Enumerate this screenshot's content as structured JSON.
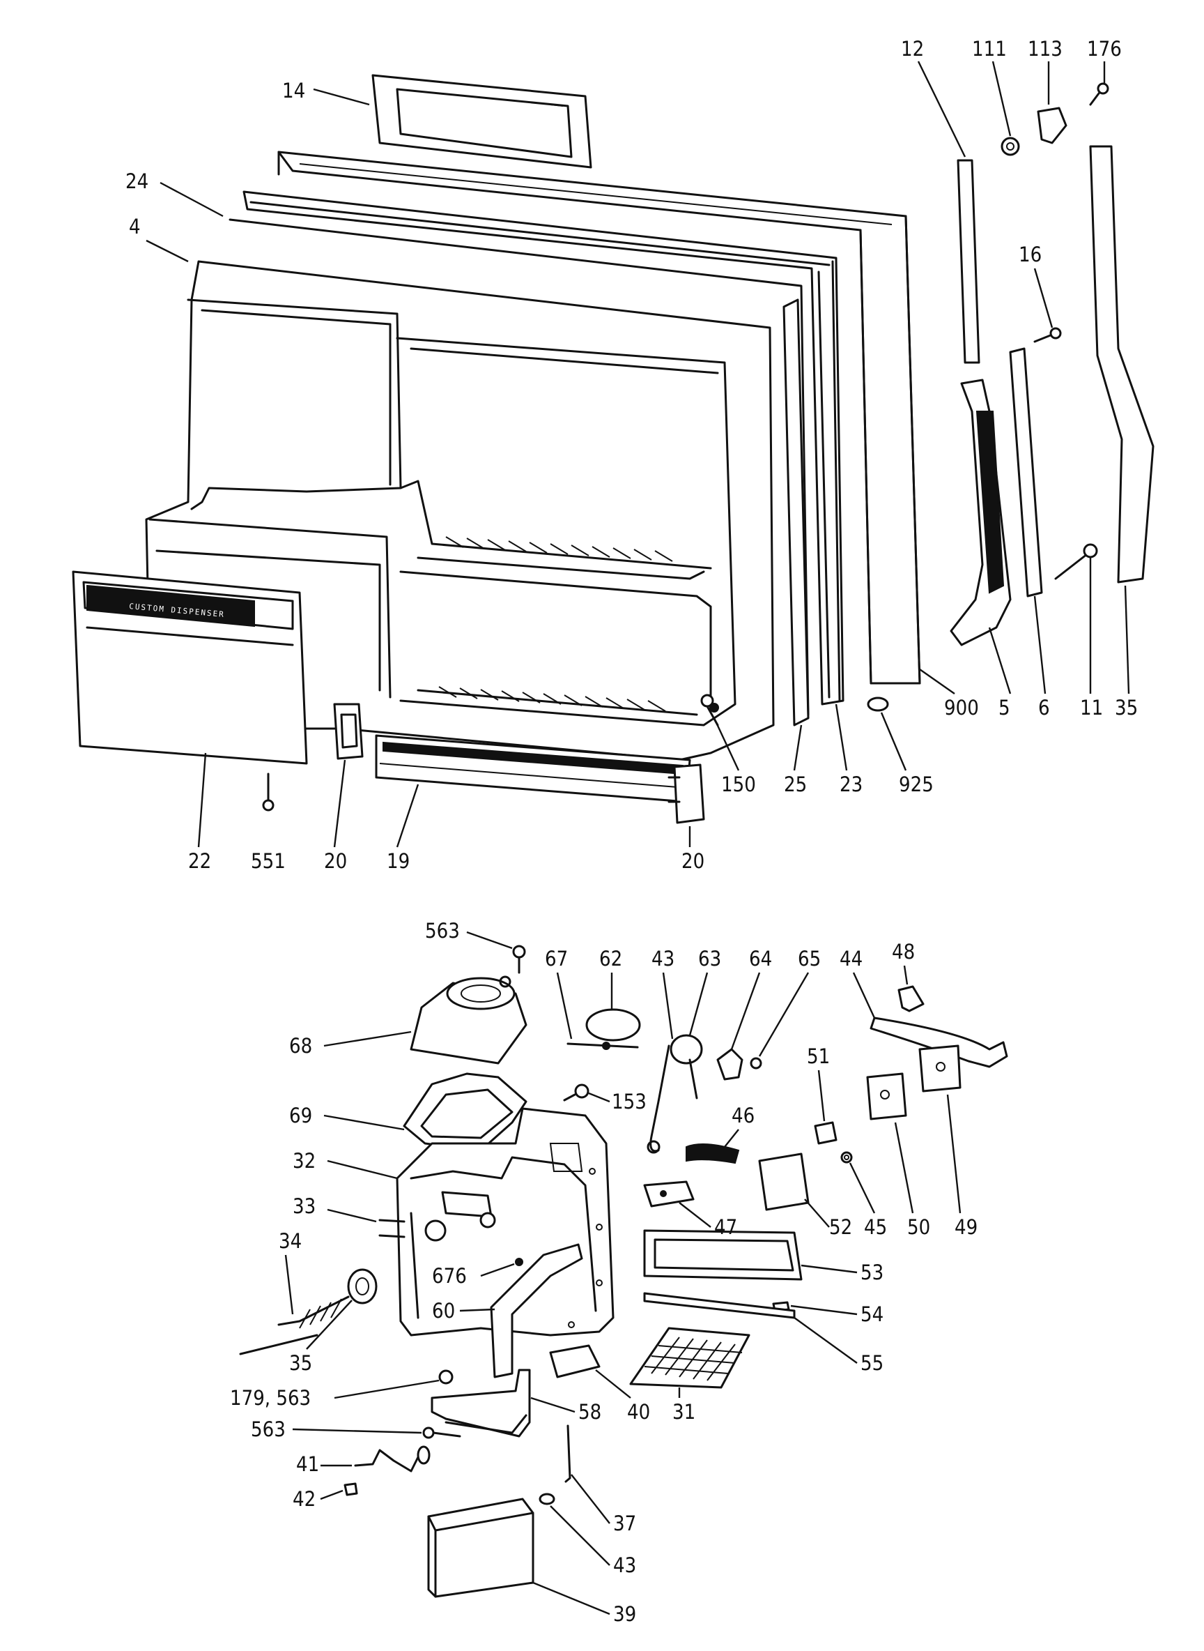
{
  "diagram": {
    "door_badge_text": "CUSTOM DISPENSER",
    "colors": {
      "ink": "#111111",
      "paper": "#ffffff"
    },
    "door_callouts": [
      "14",
      "24",
      "4",
      "12",
      "111",
      "113",
      "176",
      "16",
      "5",
      "6",
      "11",
      "35",
      "900",
      "925",
      "150",
      "25",
      "23",
      "22",
      "551",
      "20",
      "19",
      "20"
    ],
    "dispenser_callouts": [
      "563",
      "67",
      "62",
      "43",
      "63",
      "64",
      "65",
      "44",
      "48",
      "68",
      "153",
      "69",
      "46",
      "51",
      "32",
      "47",
      "52",
      "45",
      "50",
      "49",
      "33",
      "676",
      "34",
      "53",
      "60",
      "54",
      "35",
      "55",
      "179, 563",
      "58",
      "40",
      "31",
      "563",
      "41",
      "42",
      "37",
      "43",
      "39"
    ]
  }
}
